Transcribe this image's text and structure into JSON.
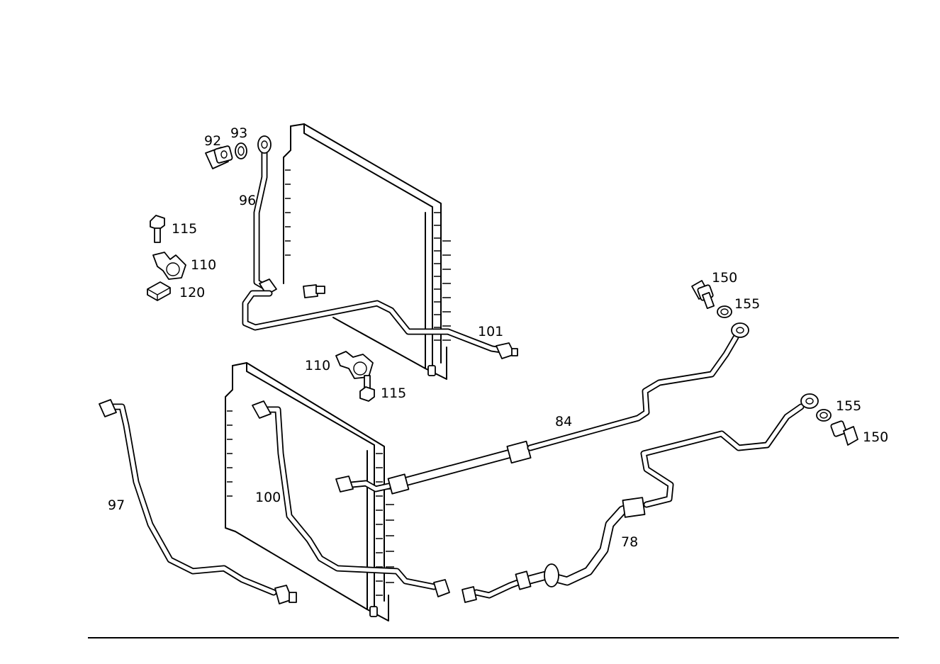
{
  "diagram": {
    "callouts": {
      "c92": "92",
      "c93": "93",
      "c96": "96",
      "c115a": "115",
      "c110a": "110",
      "c120": "120",
      "c101": "101",
      "c150a": "150",
      "c155a": "155",
      "c110b": "110",
      "c115b": "115",
      "c84": "84",
      "c155b": "155",
      "c150b": "150",
      "c97": "97",
      "c100": "100",
      "c78": "78"
    }
  }
}
